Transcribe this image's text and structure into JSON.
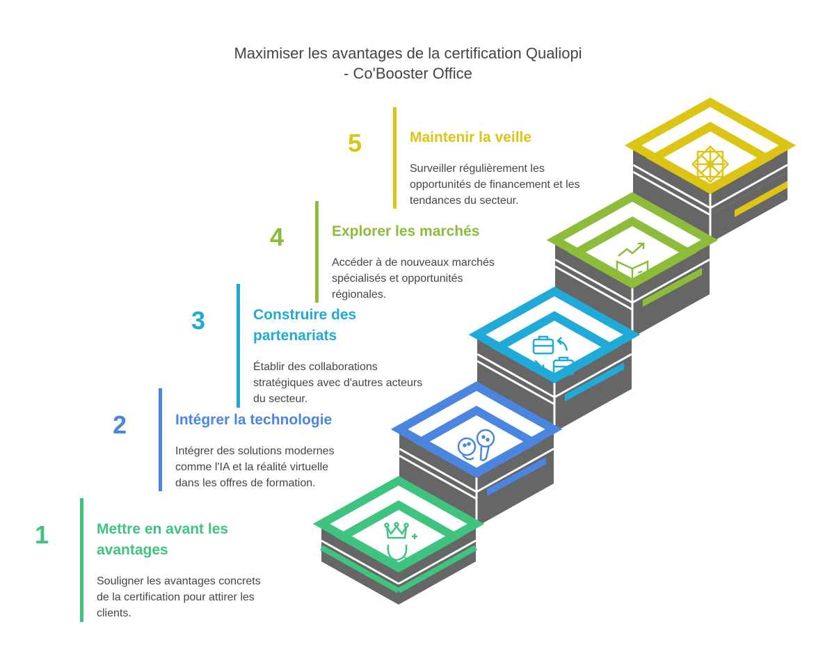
{
  "title": {
    "line1": "Maximiser les avantages de la certification Qualiopi",
    "line2": "- Co'Booster Office"
  },
  "colors": {
    "step1": "#3ec47f",
    "step2": "#4a86e0",
    "step3": "#1faad8",
    "step4": "#8dbb3a",
    "step5": "#dcc515",
    "block_gray": "#666666",
    "text": "#454545"
  },
  "steps": [
    {
      "number": "1",
      "heading_line1": "Mettre en avant les",
      "heading_line2": "avantages",
      "desc_line1": "Souligner les avantages concrets",
      "desc_line2": "de la certification pour attirer les",
      "desc_line3": "clients.",
      "icon": "crown-person-icon"
    },
    {
      "number": "2",
      "heading_line1": "Intégrer la technologie",
      "heading_line2": "",
      "desc_line1": "Intégrer des solutions modernes",
      "desc_line2": "comme l'IA et la réalité virtuelle",
      "desc_line3": "dans les offres de formation.",
      "icon": "ai-heads-icon"
    },
    {
      "number": "3",
      "heading_line1": "Construire des",
      "heading_line2": "partenariats",
      "desc_line1": "Établir des collaborations",
      "desc_line2": "stratégiques avec d'autres acteurs",
      "desc_line3": "du secteur.",
      "icon": "briefcase-exchange-icon"
    },
    {
      "number": "4",
      "heading_line1": "Explorer les marchés",
      "heading_line2": "",
      "desc_line1": "Accéder à de nouveaux marchés",
      "desc_line2": "spécialisés et opportunités",
      "desc_line3": "régionales.",
      "icon": "market-growth-icon"
    },
    {
      "number": "5",
      "heading_line1": "Maintenir la veille",
      "heading_line2": "",
      "desc_line1": "Surveiller régulièrement les",
      "desc_line2": "opportunités de financement et les",
      "desc_line3": "tendances du secteur.",
      "icon": "radar-star-icon"
    }
  ]
}
